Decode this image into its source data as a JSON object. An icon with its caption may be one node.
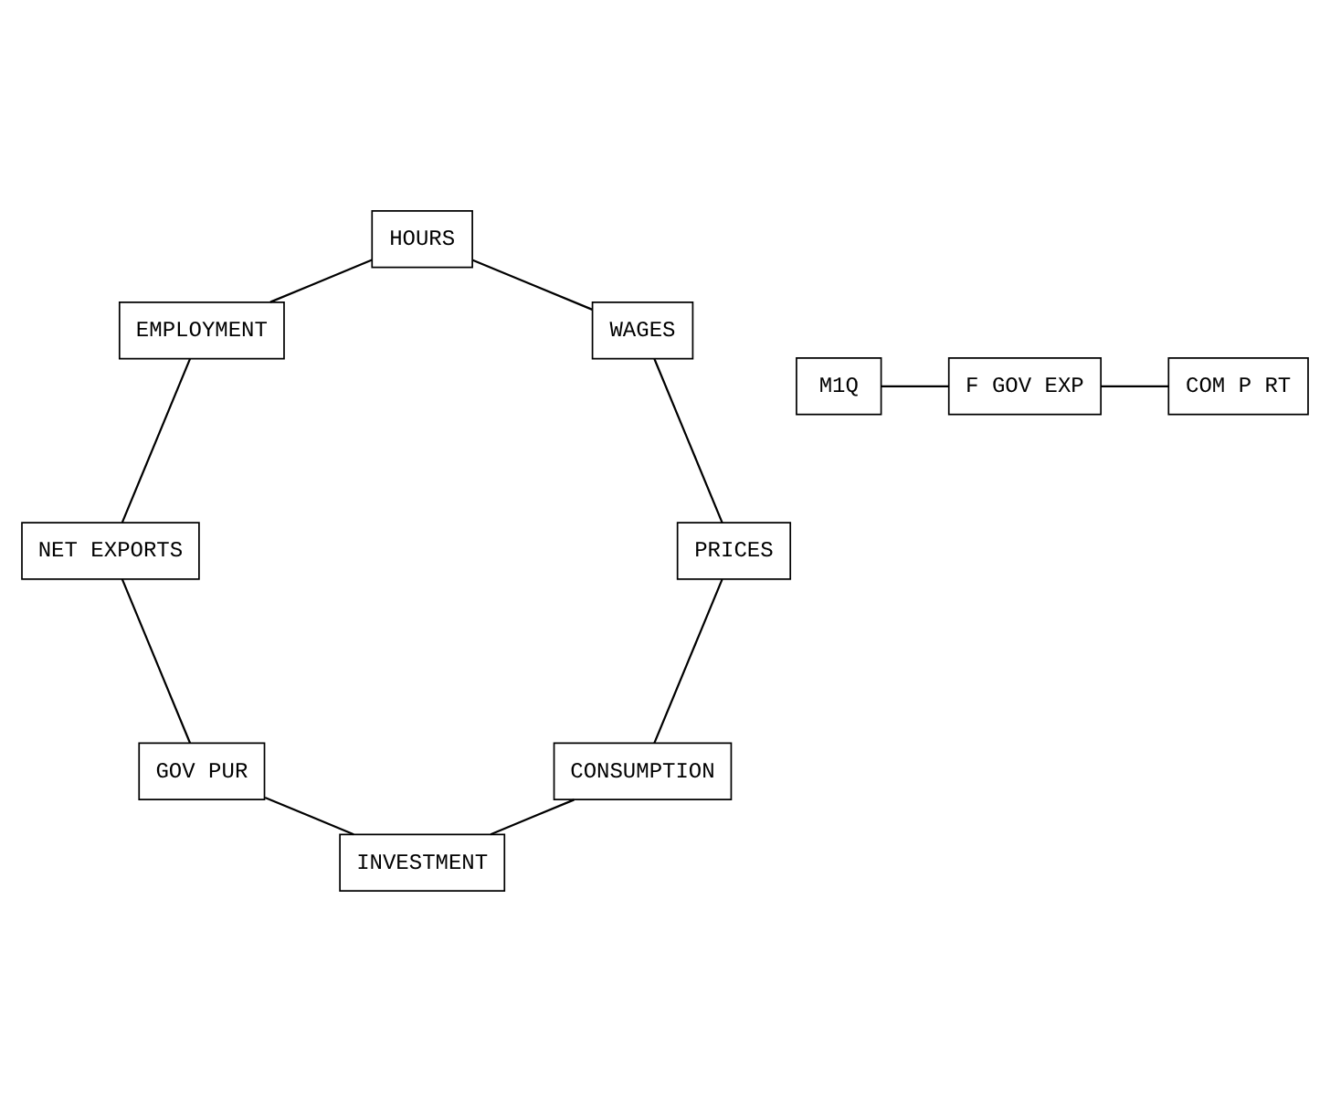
{
  "diagram": {
    "nodes": [
      {
        "text": [
          "CONSUMPTION"
        ]
      },
      {
        "text": [
          "PRICES"
        ]
      },
      {
        "text": [
          "INVESTMENT"
        ]
      },
      {
        "text": [
          "M1Q"
        ]
      },
      {
        "text": [
          "COM P RT"
        ]
      },
      {
        "text": [
          "WAGES"
        ]
      },
      {
        "text": [
          "GOV PUR"
        ]
      },
      {
        "text": [
          "F GOV EXP"
        ]
      },
      {
        "text": [
          "HOURS"
        ]
      },
      {
        "text": [
          "NET EXPORTS"
        ]
      },
      {
        "text": [
          "EMPLOYMENT"
        ]
      }
    ],
    "edges": [
      {
        "from": 0,
        "to": 2,
        "arrow": "none"
      },
      {
        "from": 2,
        "to": 6,
        "arrow": "none"
      },
      {
        "from": 6,
        "to": 9,
        "arrow": "none"
      },
      {
        "from": 9,
        "to": 10,
        "arrow": "none"
      },
      {
        "from": 10,
        "to": 8,
        "arrow": "none"
      },
      {
        "from": 8,
        "to": 5,
        "arrow": "none"
      },
      {
        "from": 5,
        "to": 1,
        "arrow": "none"
      },
      {
        "from": 1,
        "to": 0,
        "arrow": "none"
      },
      {
        "from": 3,
        "to": 7,
        "arrow": "none"
      },
      {
        "from": 4,
        "to": 7,
        "arrow": "none"
      }
    ]
  }
}
